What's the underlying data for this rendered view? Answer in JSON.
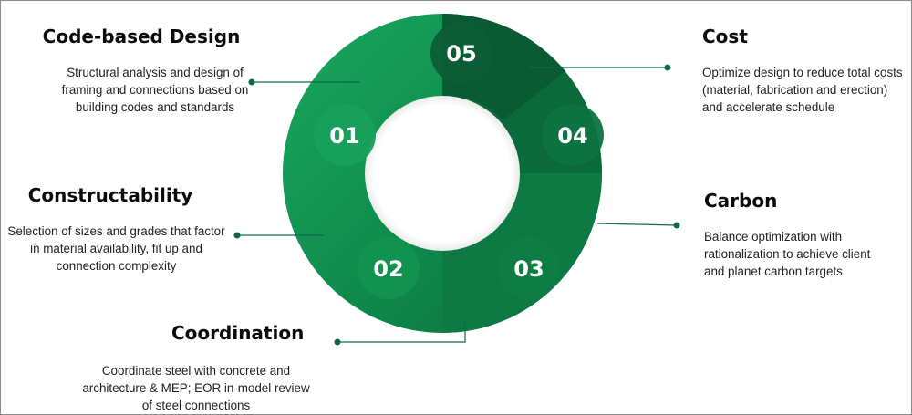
{
  "colors": {
    "ring_light": "#17a05a",
    "ring_mid": "#0f8a4c",
    "ring_dark": "#0b6e3c",
    "ring_darkest": "#0a5a33",
    "connector": "#0f6a44",
    "dot": "#0f6a44"
  },
  "steps": [
    {
      "number": "01",
      "title": "Code-based Design",
      "description": "Structural analysis and design of framing and connections based on building codes and standards"
    },
    {
      "number": "02",
      "title": "Constructability",
      "description": "Selection of sizes and grades that factor in material availability, fit up and connection complexity"
    },
    {
      "number": "03",
      "title": "Coordination",
      "description": "Coordinate steel with concrete and architecture & MEP;  EOR in-model review of steel connections"
    },
    {
      "number": "04",
      "title": "Carbon",
      "description": "Balance optimization with rationalization to achieve client and planet carbon targets"
    },
    {
      "number": "05",
      "title": "Cost",
      "description": "Optimize design to reduce total costs (material, fabrication and erection) and accelerate schedule"
    }
  ]
}
